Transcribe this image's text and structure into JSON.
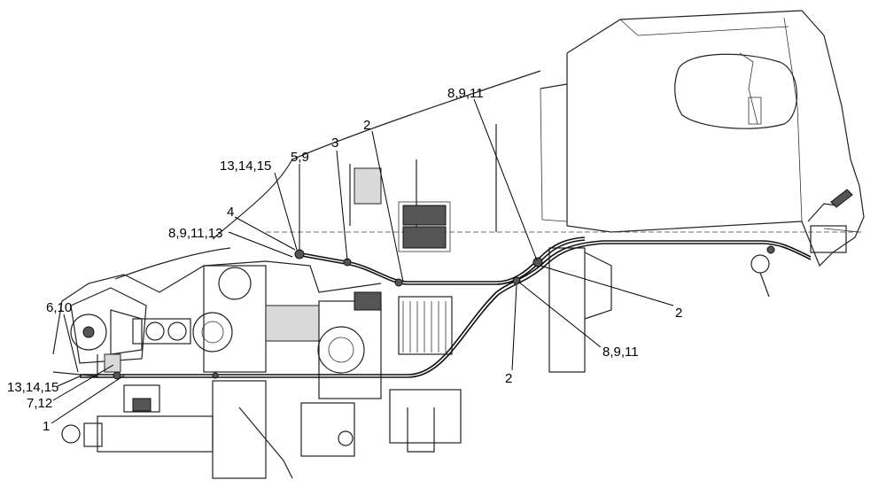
{
  "callouts": [
    {
      "id": "c1",
      "text": "8,9,11"
    },
    {
      "id": "c2",
      "text": "2"
    },
    {
      "id": "c3",
      "text": "3"
    },
    {
      "id": "c4",
      "text": "5,9"
    },
    {
      "id": "c5",
      "text": "13,14,15"
    },
    {
      "id": "c6",
      "text": "4"
    },
    {
      "id": "c7",
      "text": "8,9,11,13"
    },
    {
      "id": "c8",
      "text": "6,10"
    },
    {
      "id": "c9",
      "text": "13,14,15"
    },
    {
      "id": "c10",
      "text": "7,12"
    },
    {
      "id": "c11",
      "text": "1"
    },
    {
      "id": "c12",
      "text": "2"
    },
    {
      "id": "c13",
      "text": "8,9,11"
    },
    {
      "id": "c14",
      "text": "2"
    }
  ]
}
